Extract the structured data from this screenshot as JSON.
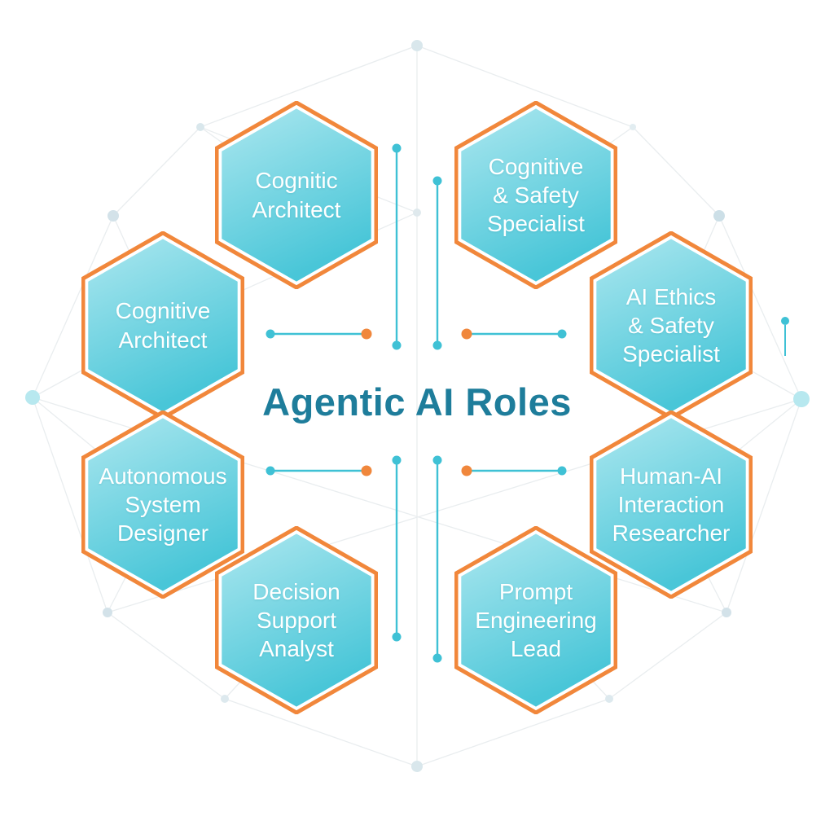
{
  "title": "Agentic AI Roles",
  "roles": [
    {
      "id": "top-left",
      "label": "Cognitic\nArchitect"
    },
    {
      "id": "top-right",
      "label": "Cognitive\n& Safety\nSpecialist"
    },
    {
      "id": "left-upper",
      "label": "Cognitive\nArchitect"
    },
    {
      "id": "right-upper",
      "label": "AI Ethics\n& Safety\nSpecialist"
    },
    {
      "id": "left-lower",
      "label": "Autonomous\nSystem\nDesigner"
    },
    {
      "id": "right-lower",
      "label": "Human-AI\nInteraction\nResearcher"
    },
    {
      "id": "bottom-left",
      "label": "Decision\nSupport\nAnalyst"
    },
    {
      "id": "bottom-right",
      "label": "Prompt\nEngineering\nLead"
    }
  ],
  "colors": {
    "hex_border_orange": "#f1873b",
    "hex_fill_light": "#ace7ef",
    "hex_fill_dark": "#49c6d8",
    "connector_teal": "#3fc1d5",
    "connector_dot_orange": "#f0873c",
    "title_teal": "#1e7d9b",
    "network_line": "#e9edef",
    "network_node_gray": "#d9e6ec",
    "network_node_aqua": "#b7e8ef"
  }
}
